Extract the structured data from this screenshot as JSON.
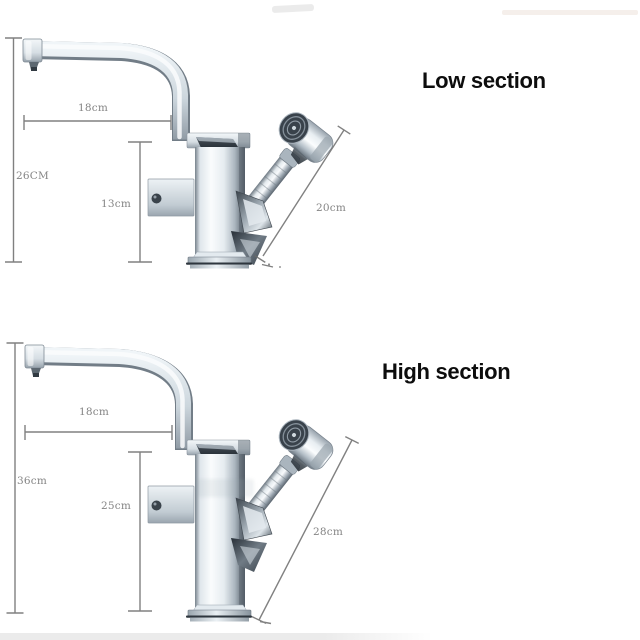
{
  "page": {
    "type": "product-dimension-diagram",
    "subject": "pull-out kitchen faucet",
    "background": "#ffffff"
  },
  "sections": [
    {
      "title": "Low section",
      "dimensions": {
        "spout_reach": "18cm",
        "overall_height": "26CM",
        "column_height": "13cm",
        "sprayer_length": "20cm"
      }
    },
    {
      "title": "High section",
      "dimensions": {
        "spout_reach": "18cm",
        "overall_height": "36cm",
        "column_height": "25cm",
        "sprayer_length": "28cm"
      }
    }
  ],
  "colors": {
    "dimension_line": "#6b6b6b",
    "dimension_text": "#858585",
    "title_text": "#0d0d0d",
    "chrome_light": "#f5f9fb",
    "chrome_mid": "#c7d1d8",
    "chrome_dark": "#39424a"
  }
}
